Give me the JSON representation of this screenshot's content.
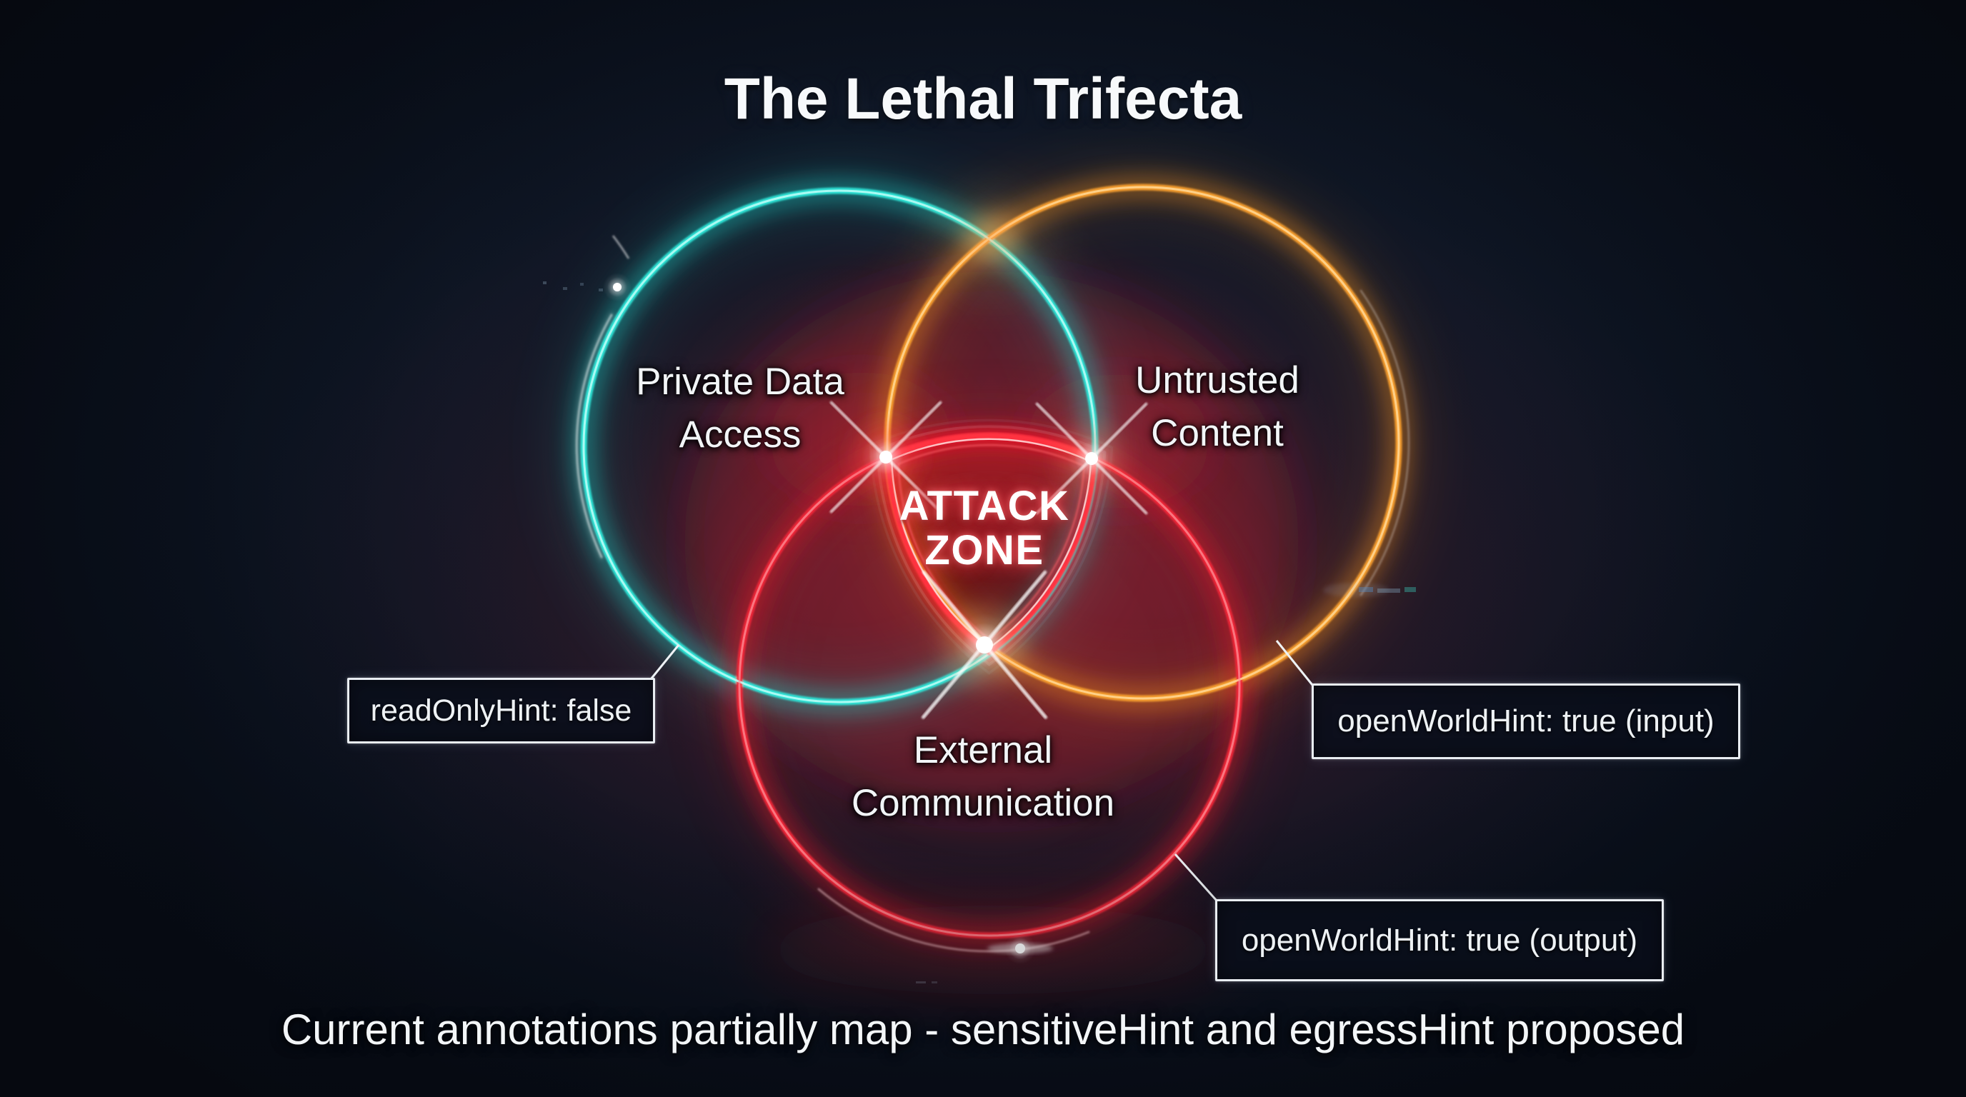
{
  "title": "The Lethal Trifecta",
  "caption": "Current annotations partially map - sensitiveHint and egressHint proposed",
  "center": {
    "line1": "ATTACK",
    "line2": "ZONE"
  },
  "circles": {
    "private_data": {
      "line1": "Private Data",
      "line2": "Access",
      "color": "#2fe3d6"
    },
    "untrusted": {
      "line1": "Untrusted",
      "line2": "Content",
      "color": "#f59d2e"
    },
    "external": {
      "line1": "External",
      "line2": "Communication",
      "color": "#ee2738"
    }
  },
  "annotations": {
    "read_only": {
      "text": "readOnlyHint: false"
    },
    "open_world_input": {
      "text": "openWorldHint: true (input)"
    },
    "open_world_output": {
      "text": "openWorldHint: true (output)"
    }
  },
  "colors": {
    "background": "#0d1422",
    "teal": "#2fe3d6",
    "orange": "#f59d2e",
    "red": "#ee2738",
    "attack_zone_stroke": "#ff3040",
    "label_text": "#f2f5f7",
    "box_border": "#e9edf2"
  }
}
